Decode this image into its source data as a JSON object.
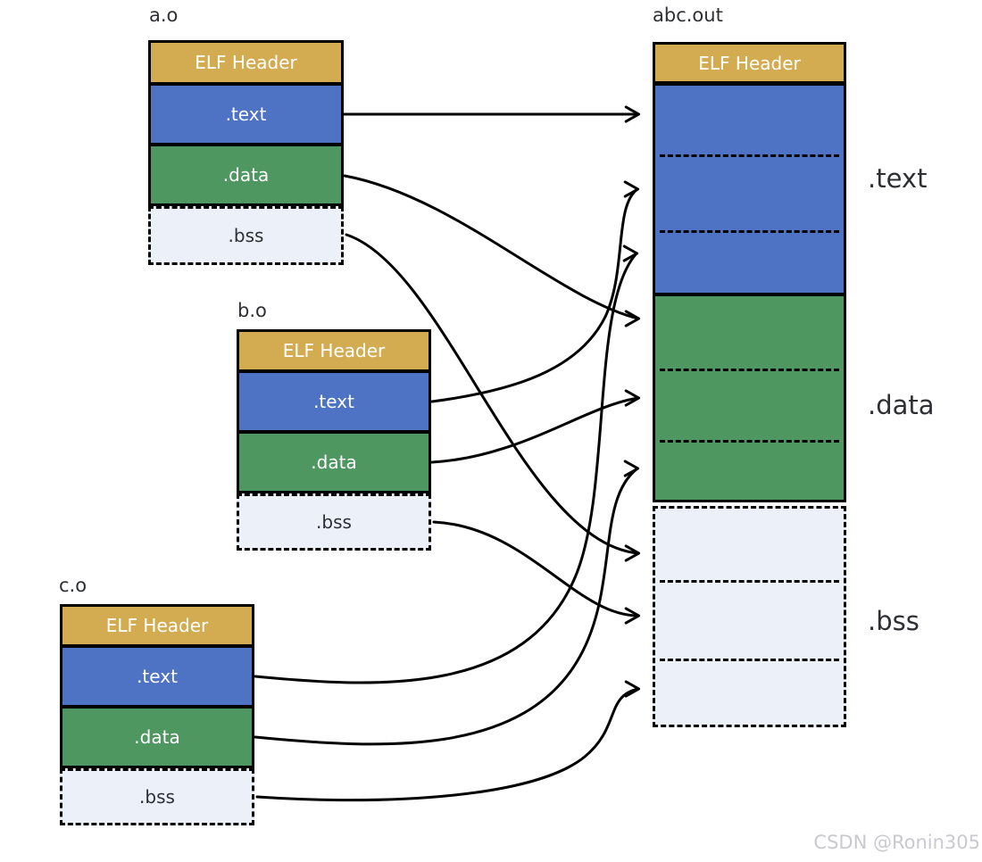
{
  "files": [
    {
      "label": "a.o",
      "header": "ELF Header",
      "sections": {
        "text": ".text",
        "data": ".data",
        "bss": ".bss"
      }
    },
    {
      "label": "b.o",
      "header": "ELF Header",
      "sections": {
        "text": ".text",
        "data": ".data",
        "bss": ".bss"
      }
    },
    {
      "label": "c.o",
      "header": "ELF Header",
      "sections": {
        "text": ".text",
        "data": ".data",
        "bss": ".bss"
      }
    }
  ],
  "output": {
    "label": "abc.out",
    "header": "ELF Header",
    "section_labels": {
      "text": ".text",
      "data": ".data",
      "bss": ".bss"
    }
  },
  "links": [
    {
      "from": "a.o .text",
      "to": "abc.out .text part 1"
    },
    {
      "from": "b.o .text",
      "to": "abc.out .text part 2"
    },
    {
      "from": "c.o .text",
      "to": "abc.out .text part 3"
    },
    {
      "from": "a.o .data",
      "to": "abc.out .data part 1"
    },
    {
      "from": "b.o .data",
      "to": "abc.out .data part 2"
    },
    {
      "from": "c.o .data",
      "to": "abc.out .data part 3"
    },
    {
      "from": "a.o .bss",
      "to": "abc.out .bss part 1"
    },
    {
      "from": "b.o .bss",
      "to": "abc.out .bss part 2"
    },
    {
      "from": "c.o .bss",
      "to": "abc.out .bss part 3"
    }
  ],
  "colors": {
    "elf_header": "#d3ac52",
    "text_section": "#4e73c5",
    "data_section": "#4f9760",
    "bss_section": "#ebf0f9",
    "line": "#000000",
    "label": "#2d2f33",
    "watermark_color": "#c9c9cf"
  },
  "watermark": "CSDN @Ronin305"
}
